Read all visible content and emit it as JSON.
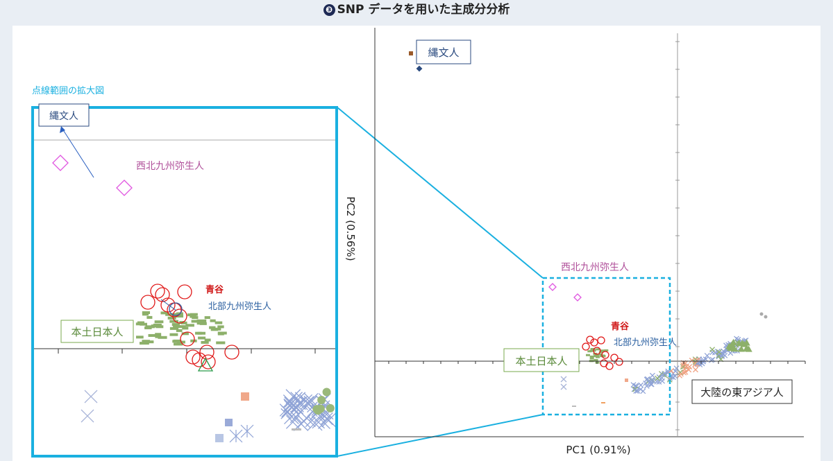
{
  "heading": {
    "number": "❸",
    "title": "SNP データを用いた主成分分析"
  },
  "zoom_caption": "点線範囲の拡大図",
  "chart_data": {
    "type": "scatter",
    "xlabel": "PC1 (0.91%)",
    "ylabel": "PC2 (0.56%)",
    "groups": {
      "jomon": "縄文人",
      "nw_kyushu_yayoi": "西北九州弥生人",
      "aoya": "青谷",
      "n_kyushu_yayoi": "北部九州弥生人",
      "mainland_japanese": "本土日本人",
      "continental_east_asian": "大陸の東アジア人"
    },
    "colors": {
      "jomon": "#2a4a7f",
      "jomon_alt": "#9a5a2a",
      "nw_kyushu_yayoi": "#e055e0",
      "aoya": "#e01818",
      "n_kyushu_yayoi": "#3a5fa0",
      "mainland_japanese": "#8db06a",
      "continental_east_asian": "#8fa3d6",
      "continental_alt": "#f0a080",
      "highlight": "#1ab0e0"
    }
  }
}
